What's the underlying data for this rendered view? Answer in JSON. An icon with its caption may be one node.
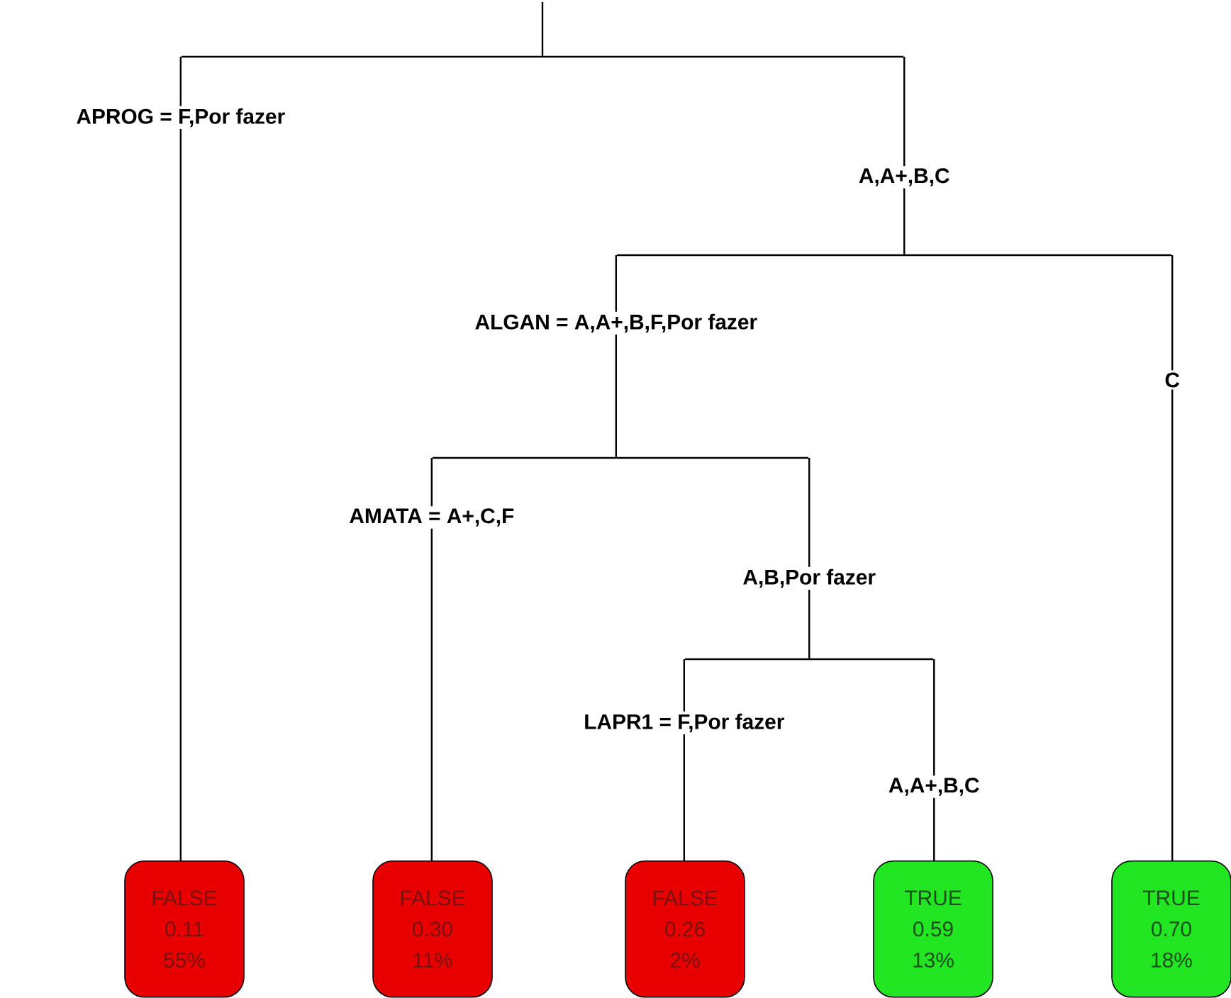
{
  "diagram": {
    "nodes": [
      {
        "text": [],
        "shape": "bar"
      },
      {
        "text": [],
        "shape": "bar"
      },
      {
        "text": [],
        "shape": "bar"
      },
      {
        "text": [],
        "shape": "bar"
      },
      {
        "text": [
          "FALSE",
          "0.11",
          "55%"
        ]
      },
      {
        "text": [
          "FALSE",
          "0.30",
          "11%"
        ]
      },
      {
        "text": [
          "FALSE",
          "0.26",
          "2%"
        ]
      },
      {
        "text": [
          "TRUE",
          "0.59",
          "13%"
        ]
      },
      {
        "text": [
          "TRUE",
          "0.70",
          "18%"
        ]
      }
    ],
    "edges": [
      {
        "from": null,
        "to": 0,
        "arrow": "none"
      },
      {
        "from": 0,
        "to": 4,
        "arrow": "none",
        "label": "APROG = F,Por fazer"
      },
      {
        "from": 0,
        "to": 1,
        "arrow": "none",
        "label": "A,A+,B,C"
      },
      {
        "from": 1,
        "to": 2,
        "arrow": "none",
        "label": "ALGAN = A,A+,B,F,Por fazer"
      },
      {
        "from": 1,
        "to": 8,
        "arrow": "none",
        "label": "C"
      },
      {
        "from": 2,
        "to": 5,
        "arrow": "none",
        "label": "AMATA = A+,C,F"
      },
      {
        "from": 2,
        "to": 3,
        "arrow": "none",
        "label": "A,B,Por fazer"
      },
      {
        "from": 3,
        "to": 6,
        "arrow": "none",
        "label": "LAPR1 = F,Por fazer"
      },
      {
        "from": 3,
        "to": 7,
        "arrow": "none",
        "label": "A,A+,B,C"
      }
    ]
  }
}
